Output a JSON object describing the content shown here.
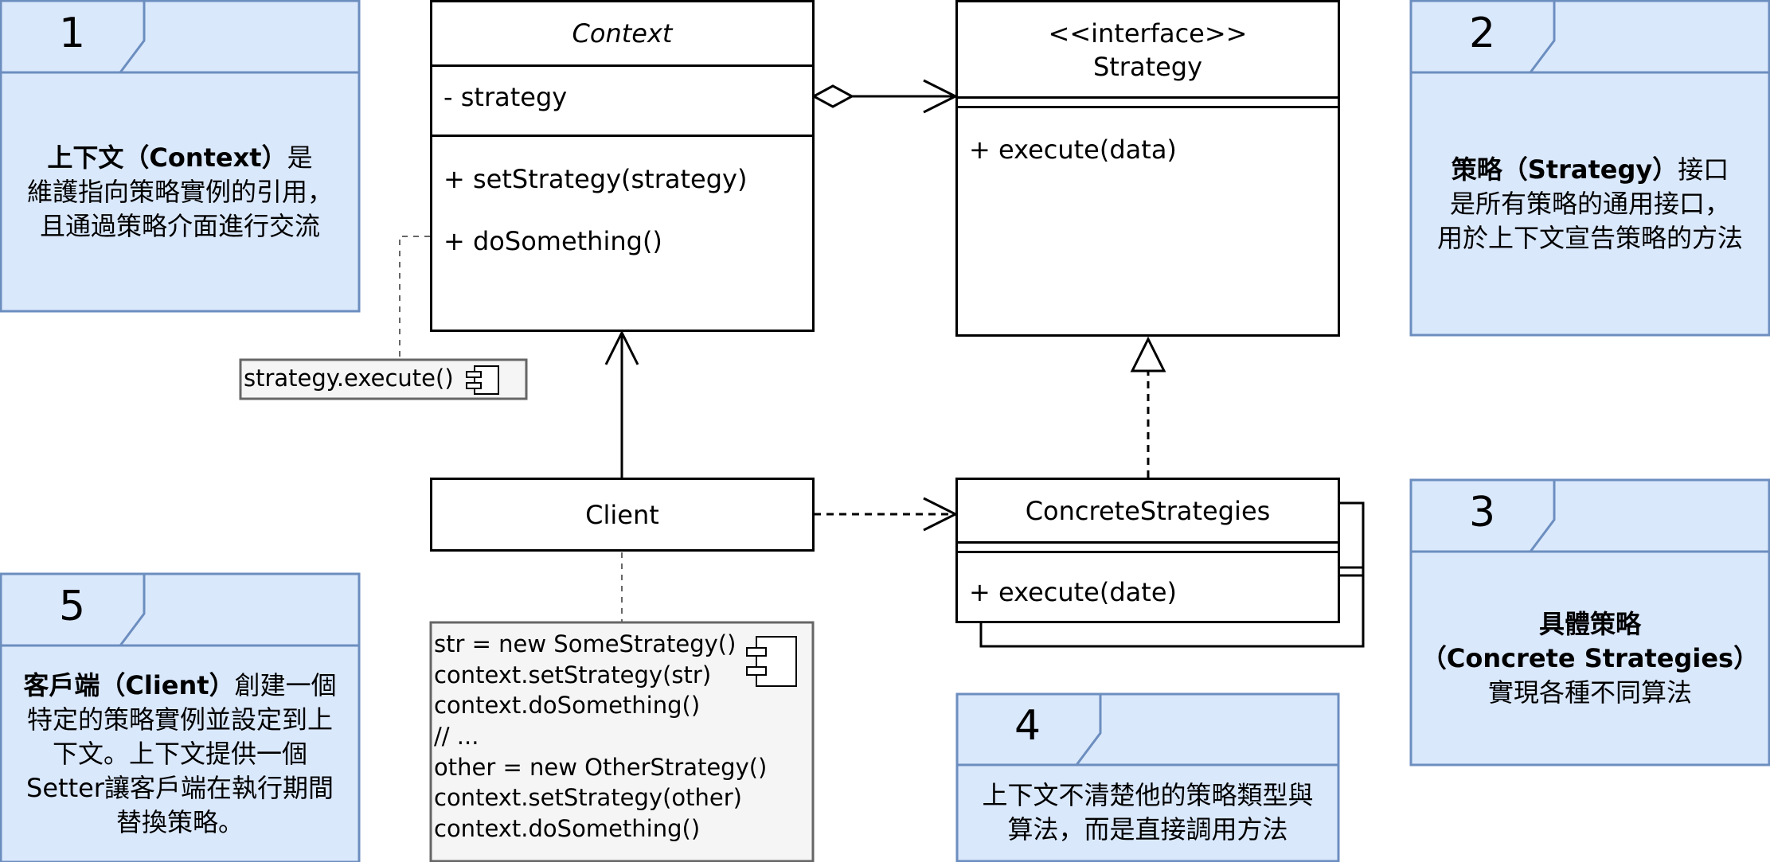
{
  "colors": {
    "note_fill": "#dae8fc",
    "note_stroke": "#6c8ebf",
    "line": "#000000",
    "comment_fill": "#f5f5f5",
    "comment_stroke": "#666666",
    "dashed_connector": "#666666"
  },
  "uml": {
    "context": {
      "name": "Context",
      "attribute": "- strategy",
      "methods": [
        "+ setStrategy(strategy)",
        "+ doSomething()"
      ]
    },
    "strategy": {
      "stereotype": "<<interface>>",
      "name": "Strategy",
      "method": "+ execute(data)"
    },
    "client": {
      "name": "Client"
    },
    "concrete": {
      "name": "ConcreteStrategies",
      "method": "+ execute(date)"
    }
  },
  "comments": {
    "strategy_execute": "strategy.execute()",
    "client_code": [
      "str = new SomeStrategy()",
      "context.setStrategy(str)",
      "context.doSomething()",
      "// ...",
      "other = new OtherStrategy()",
      "context.setStrategy(other)",
      "context.doSomething()"
    ]
  },
  "notes": [
    {
      "number": "1",
      "bold": "上下文（Context）",
      "rest": "是\n維護指向策略實例的引用，\n且通過策略介面進行交流"
    },
    {
      "number": "2",
      "bold": "策略（Strategy）",
      "rest": "接口\n是所有策略的通用接口，\n用於上下文宣告策略的方法"
    },
    {
      "number": "3",
      "bold": "具體策略\n（Concrete Strategies）",
      "rest": "\n實現各種不同算法"
    },
    {
      "number": "4",
      "bold": "",
      "rest": "上下文不清楚他的策略類型與\n算法，而是直接調用方法"
    },
    {
      "number": "5",
      "bold": "客戶端（Client）",
      "rest": "創建一個\n特定的策略實例並設定到上\n下文。上下文提供一個\nSetter讓客戶端在執行期間\n替換策略。"
    }
  ]
}
